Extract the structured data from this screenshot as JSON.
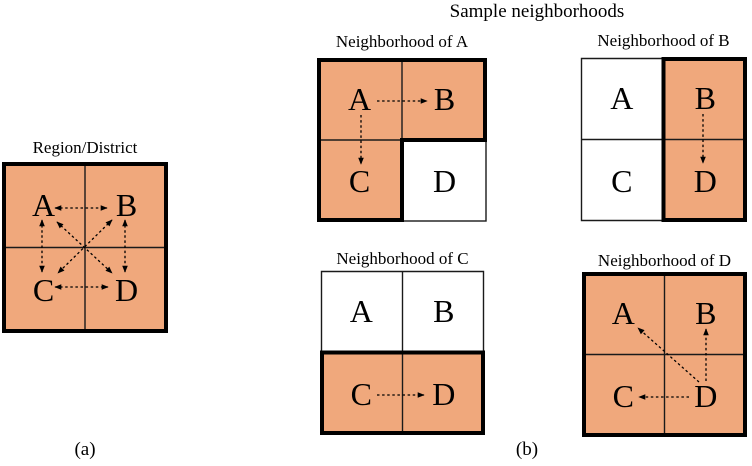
{
  "figure": {
    "title": "Sample neighborhoods",
    "captions": {
      "a": "(a)",
      "b": "(b)"
    }
  },
  "colors": {
    "shaded_fill": "#F0A87C",
    "cell_background": "#FFFFFF",
    "line": "#000000",
    "text": "#000000",
    "page_background": "#FFFFFF"
  },
  "region": {
    "title": "Region/District",
    "cells": [
      {
        "label": "A",
        "shaded": true
      },
      {
        "label": "B",
        "shaded": true
      },
      {
        "label": "C",
        "shaded": true
      },
      {
        "label": "D",
        "shaded": true
      }
    ],
    "arrows": [
      {
        "between": [
          "A",
          "B"
        ],
        "bidirectional": true
      },
      {
        "between": [
          "C",
          "D"
        ],
        "bidirectional": true
      },
      {
        "between": [
          "A",
          "C"
        ],
        "bidirectional": true
      },
      {
        "between": [
          "B",
          "D"
        ],
        "bidirectional": true
      },
      {
        "between": [
          "A",
          "D"
        ],
        "bidirectional": true
      },
      {
        "between": [
          "B",
          "C"
        ],
        "bidirectional": true
      }
    ]
  },
  "neighborhoods": [
    {
      "title": "Neighborhood of A",
      "cells": [
        {
          "label": "A",
          "shaded": true
        },
        {
          "label": "B",
          "shaded": true
        },
        {
          "label": "C",
          "shaded": true
        },
        {
          "label": "D",
          "shaded": false
        }
      ],
      "arrows": [
        {
          "from": "A",
          "to": "B"
        },
        {
          "from": "A",
          "to": "C"
        }
      ]
    },
    {
      "title": "Neighborhood of B",
      "cells": [
        {
          "label": "A",
          "shaded": false
        },
        {
          "label": "B",
          "shaded": true
        },
        {
          "label": "C",
          "shaded": false
        },
        {
          "label": "D",
          "shaded": true
        }
      ],
      "arrows": [
        {
          "from": "B",
          "to": "D"
        }
      ]
    },
    {
      "title": "Neighborhood of C",
      "cells": [
        {
          "label": "A",
          "shaded": false
        },
        {
          "label": "B",
          "shaded": false
        },
        {
          "label": "C",
          "shaded": true
        },
        {
          "label": "D",
          "shaded": true
        }
      ],
      "arrows": [
        {
          "from": "C",
          "to": "D"
        }
      ]
    },
    {
      "title": "Neighborhood of D",
      "cells": [
        {
          "label": "A",
          "shaded": true
        },
        {
          "label": "B",
          "shaded": true
        },
        {
          "label": "C",
          "shaded": true
        },
        {
          "label": "D",
          "shaded": true
        }
      ],
      "arrows": [
        {
          "from": "D",
          "to": "A"
        },
        {
          "from": "D",
          "to": "B"
        },
        {
          "from": "D",
          "to": "C"
        }
      ]
    }
  ]
}
